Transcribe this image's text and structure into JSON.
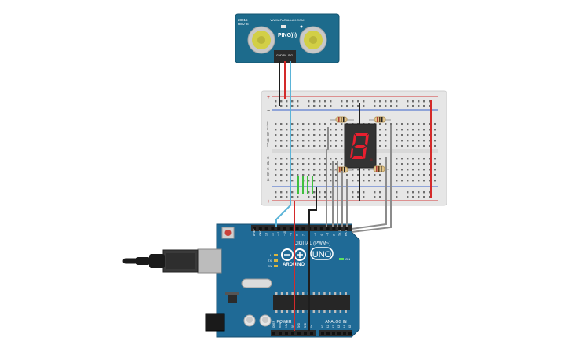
{
  "canvas": {
    "background": "#ffffff"
  },
  "sensor": {
    "model": "PING)))",
    "code": "28015",
    "rev": "REV C",
    "website": "WWW.PARALLAX.COM",
    "pins": [
      "GND",
      "5V",
      "SIG"
    ],
    "colors": {
      "board": "#1d6b8c",
      "transducer": "#d2cf46"
    }
  },
  "breadboard": {
    "row_letters_top": [
      "j",
      "i",
      "h",
      "g",
      "f"
    ],
    "row_letters_bottom": [
      "e",
      "d",
      "c",
      "b",
      "a"
    ],
    "color": "#e6e6e6"
  },
  "display": {
    "digit": "8",
    "segment_color": "#e81f2f",
    "body_color": "#333333"
  },
  "arduino": {
    "brand": "ARDUINO",
    "model": "UNO",
    "digital_header": "DIGITAL (PWM~)",
    "power_header": "POWER",
    "analog_header": "ANALOG IN",
    "digital_pins": [
      "AREF",
      "GND",
      "13",
      "12",
      "~11",
      "~10",
      "~9",
      "8",
      "7",
      "~6",
      "~5",
      "4",
      "~3",
      "2",
      "TX 1",
      "RX 0"
    ],
    "power_pins": [
      "IOREF",
      "RESET",
      "3.3V",
      "5V",
      "GND",
      "GND",
      "Vin"
    ],
    "analog_pins": [
      "A0",
      "A1",
      "A2",
      "A3",
      "A4",
      "A5"
    ],
    "led_labels": [
      "L",
      "TX",
      "RX",
      "ON"
    ],
    "colors": {
      "board": "#1f6a96",
      "header": "#2a2a2a"
    }
  },
  "wire_colors": {
    "red": "#d42a2a",
    "black": "#1e1e1e",
    "cyan": "#5bb4d8",
    "green": "#3fbf3f",
    "gray": "#8c8c8c"
  }
}
